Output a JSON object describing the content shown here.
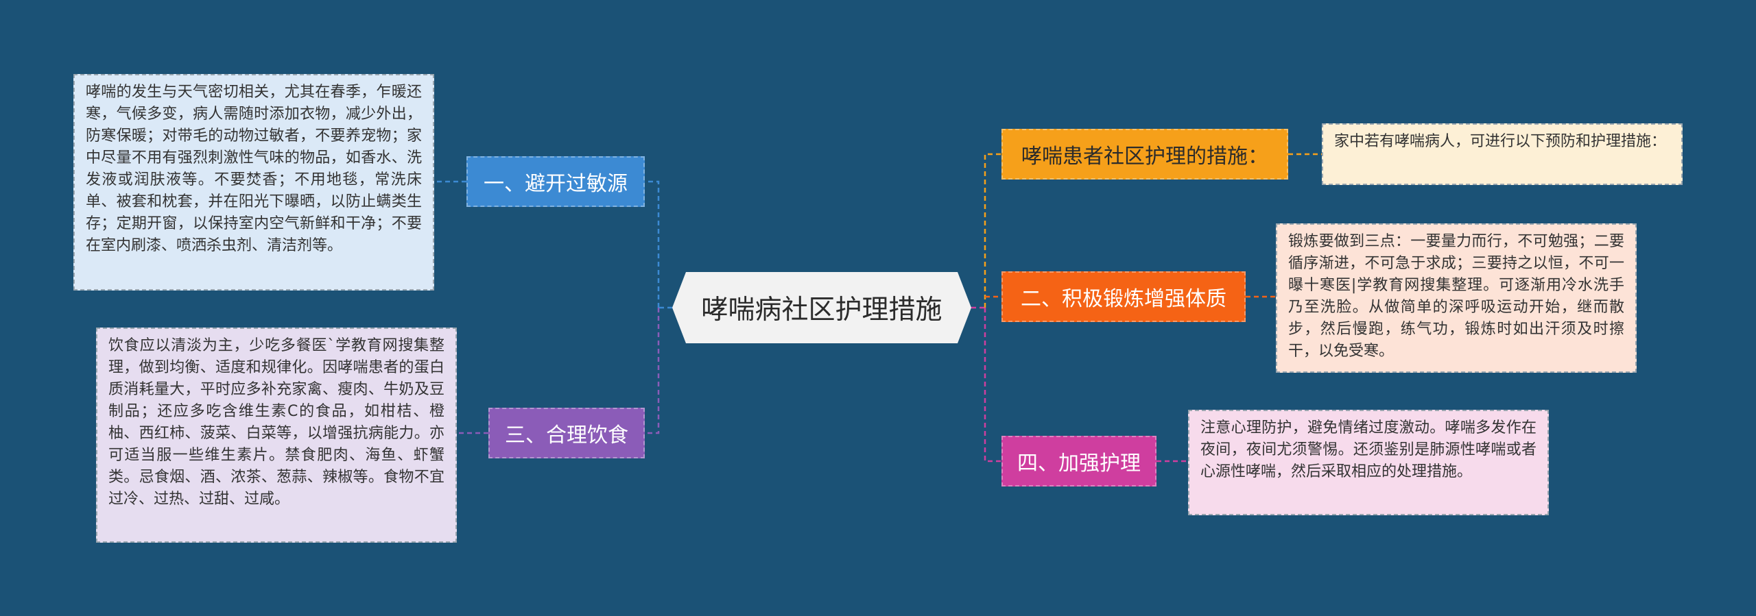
{
  "central": "哮喘病社区护理措施",
  "branches": {
    "b0": "哮喘患者社区护理的措施：",
    "b1": "一、避开过敏源",
    "b2": "二、积极锻炼增强体质",
    "b3": "三、合理饮食",
    "b4": "四、加强护理"
  },
  "notes": {
    "n0": "家中若有哮喘病人，可进行以下预防和护理措施：",
    "n1": "哮喘的发生与天气密切相关，尤其在春季，乍暖还寒，气候多变，病人需随时添加衣物，减少外出，防寒保暖；对带毛的动物过敏者，不要养宠物；家中尽量不用有强烈刺激性气味的物品，如香水、洗发液或润肤液等。不要焚香；不用地毯，常洗床单、被套和枕套，并在阳光下曝晒，以防止螨类生存；定期开窗，以保持室内空气新鲜和干净；不要在室内刷漆、喷洒杀虫剂、清洁剂等。",
    "n2": "锻炼要做到三点：一要量力而行，不可勉强；二要循序渐进，不可急于求成；三要持之以恒，不可一曝十寒医|学教育网搜集整理。可逐渐用冷水洗手乃至洗脸。从做简单的深呼吸运动开始，继而散步，然后慢跑，练气功，锻炼时如出汗须及时擦干，以免受寒。",
    "n3": "饮食应以清淡为主，少吃多餐医`学教育网搜集整理，做到均衡、适度和规律化。因哮喘患者的蛋白质消耗量大，平时应多补充家禽、瘦肉、牛奶及豆制品；还应多吃含维生素C的食品，如柑桔、橙柚、西红柿、菠菜、白菜等，以增强抗病能力。亦可适当服一些维生素片。禁食肥肉、海鱼、虾蟹类。忌食烟、酒、浓茶、葱蒜、辣椒等。食物不宜过冷、过热、过甜、过咸。",
    "n4": "注意心理防护，避免情绪过度激动。哮喘多发作在夜间，夜间尤须警惕。还须鉴别是肺源性哮喘或者心源性哮喘，然后采取相应的处理措施。"
  },
  "colors": {
    "background": "#1b5276",
    "b0": "#f6a01a",
    "b1": "#3c8ad3",
    "b2": "#f56315",
    "b3": "#8b5cb8",
    "b4": "#cf3e9f"
  }
}
